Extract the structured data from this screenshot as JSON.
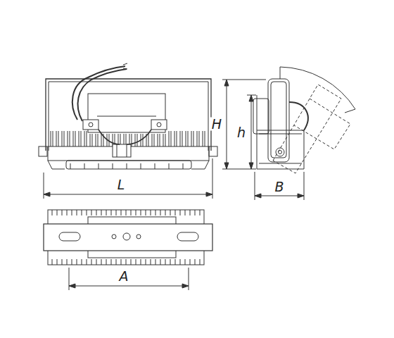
{
  "diagram": {
    "labels": [
      "H",
      "h",
      "L",
      "B",
      "A"
    ]
  }
}
